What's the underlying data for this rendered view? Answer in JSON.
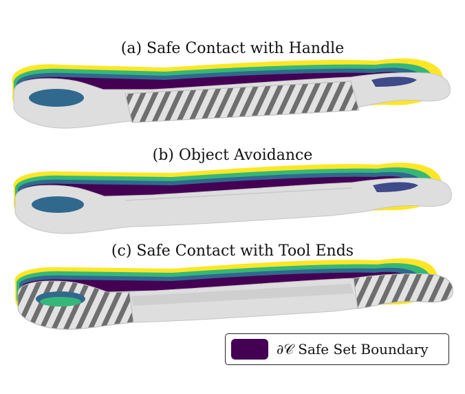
{
  "panels": [
    {
      "title": "(a) Safe Contact with Handle",
      "hatch": "handle"
    },
    {
      "title": "(b) Object Avoidance",
      "hatch": "none"
    },
    {
      "title": "(c) Safe Contact with Tool Ends",
      "hatch": "ends"
    }
  ],
  "legend": {
    "symbol": "∂𝒞",
    "label": "Safe Set Boundary",
    "swatch_color": "#440154"
  },
  "colors": {
    "level_yellow": "#fde725",
    "level_green": "#35b779",
    "level_teal": "#31688e",
    "level_purple": "#440154",
    "wrench_gray": "#dedede",
    "hatch_gray": "#6e6e6e"
  }
}
